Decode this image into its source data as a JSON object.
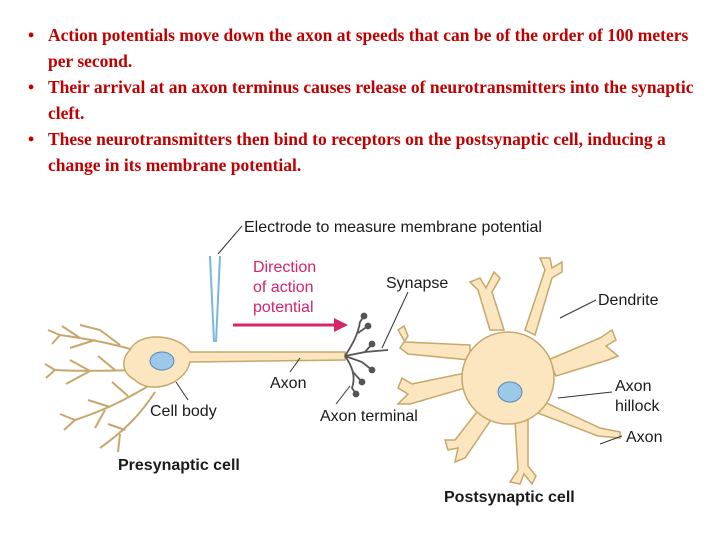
{
  "bullets": [
    "Action potentials move down the axon at speeds that can be of the order of 100 meters per second.",
    "Their arrival at an axon terminus causes release of neurotransmitters into the synaptic cleft.",
    "These neurotransmitters then bind to receptors on the postsynaptic cell, inducing a change in its membrane potential."
  ],
  "bullet_symbol": "•",
  "labels": {
    "electrode": "Electrode to measure membrane potential",
    "direction": [
      "Direction",
      "of action",
      "potential"
    ],
    "synapse": "Synapse",
    "dendrite": "Dendrite",
    "axon_left": "Axon",
    "cell_body": "Cell body",
    "axon_terminal": "Axon terminal",
    "axon_hillock": [
      "Axon",
      "hillock"
    ],
    "axon_right": "Axon",
    "presynaptic": "Presynaptic cell",
    "postsynaptic": "Postsynaptic cell"
  },
  "colors": {
    "text": "#c00000",
    "cell_fill": "#fbe6bf",
    "cell_stroke": "#c7a76b",
    "nucleus": "#9cc8ea",
    "arrow": "#d6236a",
    "electrode": "#7ab7de"
  }
}
